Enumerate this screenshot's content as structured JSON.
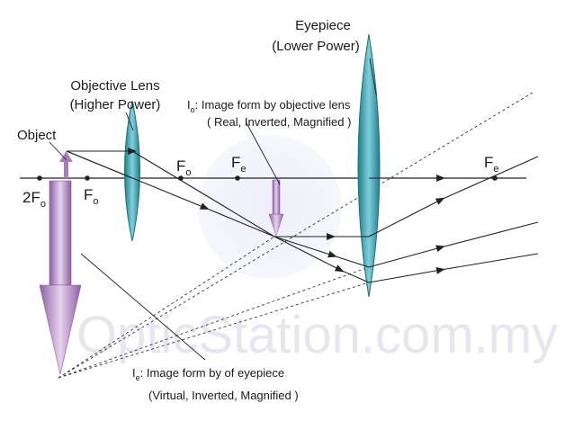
{
  "watermark": {
    "text": "OpticStation.com.my",
    "color": "#e3e3ee"
  },
  "labels": {
    "eyepiece_title": "Eyepiece",
    "eyepiece_power": "(Lower Power)",
    "objective_title": "Objective Lens",
    "objective_power": "(Higher Power)",
    "object": "Object",
    "focal_main": "F",
    "focal_sub_o": "o",
    "focal_sub_e": "e",
    "twice_focal_main": "2F",
    "image_obj_main": "I",
    "image_obj_sub": "o",
    "image_obj_desc": ": Image form by objective lens",
    "image_obj_props": "( Real, Inverted, Magnified )",
    "image_eye_main": "I",
    "image_eye_sub": "e",
    "image_eye_desc": ": Image form by of eyepiece",
    "image_eye_props": "(Virtual, Inverted, Magnified )"
  },
  "colors": {
    "lens_fill": "#3fa7b5",
    "lens_stroke": "#1f6f7a",
    "arrow_fill": "#b78fc8",
    "arrow_stroke": "#7b4f8f",
    "line": "#222222"
  }
}
